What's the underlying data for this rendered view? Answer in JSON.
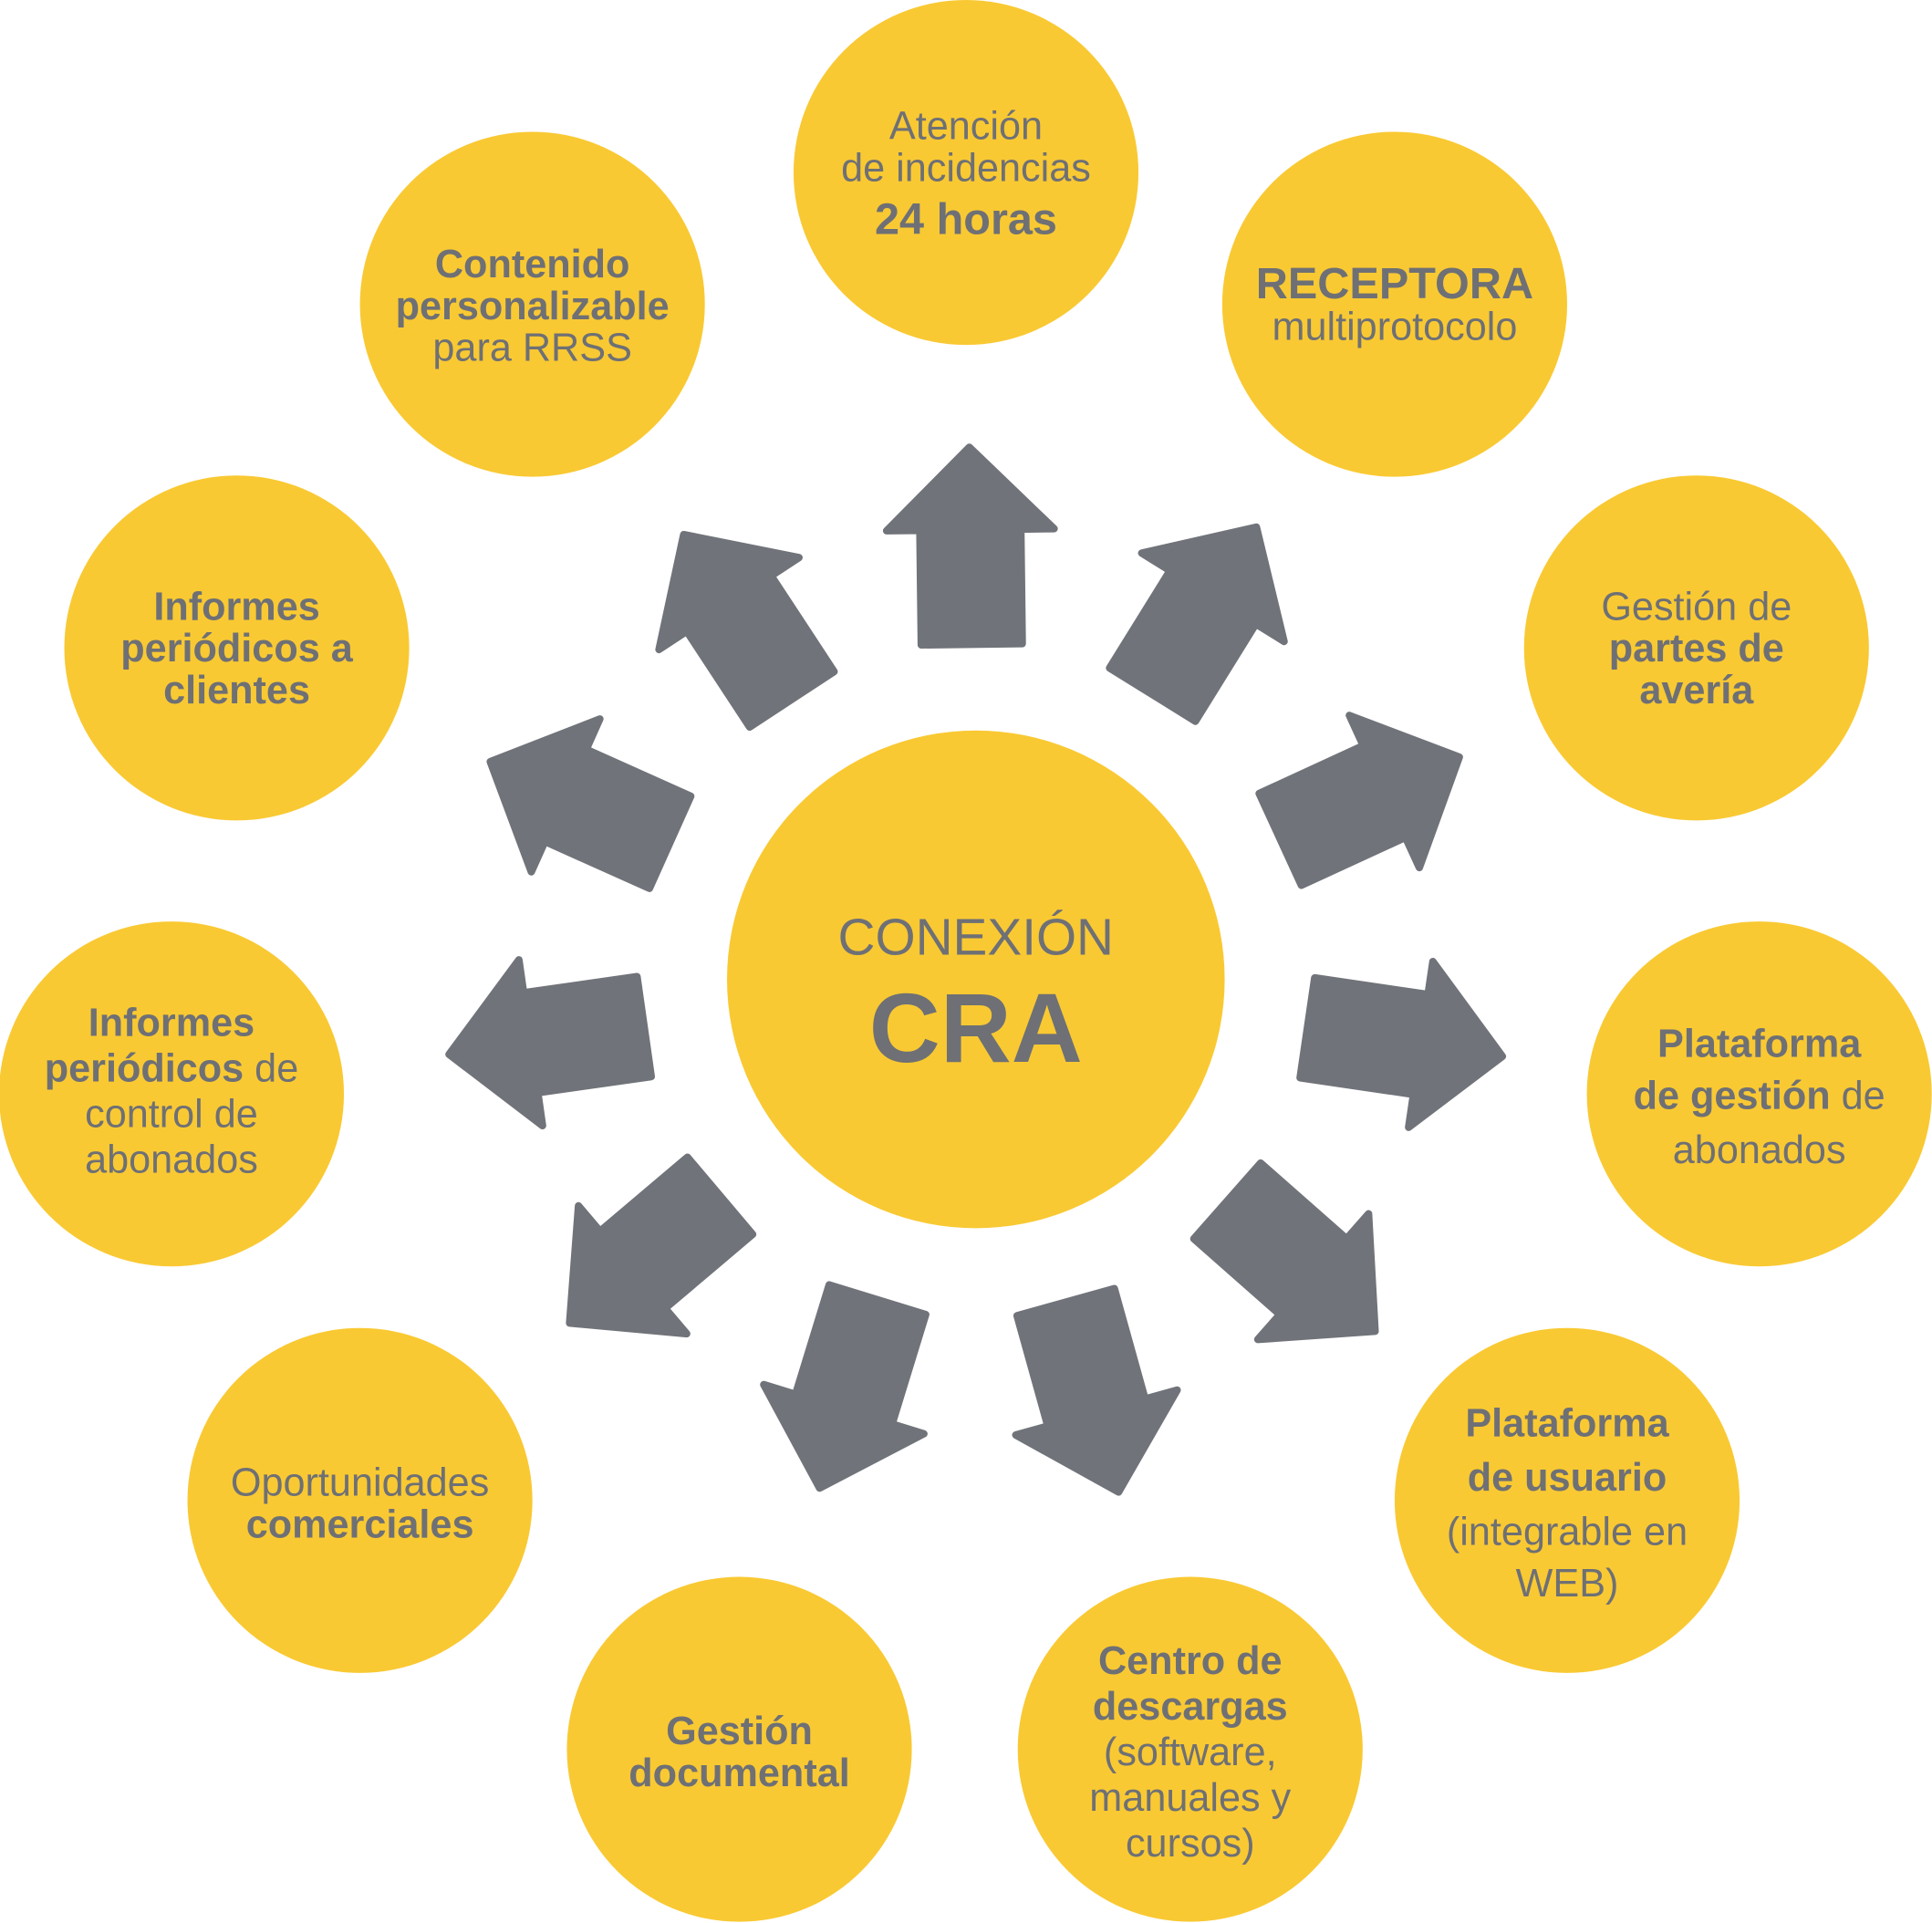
{
  "colors": {
    "circle": "#f9c933",
    "arrow": "#707379",
    "text": "#6e7075"
  },
  "hub": {
    "line1": "CONEXIÓN",
    "line2": "CRA"
  },
  "nodes": [
    {
      "id": "atencion-incidencias",
      "lines": [
        [
          {
            "t": "Atención",
            "b": false
          }
        ],
        [
          {
            "t": "de incidencias",
            "b": false
          }
        ],
        [
          {
            "t": "24 horas",
            "b": true
          }
        ]
      ]
    },
    {
      "id": "contenido-rrss",
      "lines": [
        [
          {
            "t": "Contenido",
            "b": true
          }
        ],
        [
          {
            "t": "personalizable",
            "b": true
          }
        ],
        [
          {
            "t": "para RRSS",
            "b": false
          }
        ]
      ]
    },
    {
      "id": "receptora",
      "lines": [
        [
          {
            "t": "RECEPTORA",
            "b": true
          }
        ],
        [
          {
            "t": "multiprotocolo",
            "b": false
          }
        ]
      ]
    },
    {
      "id": "informes-clientes",
      "lines": [
        [
          {
            "t": "Informes",
            "b": true
          }
        ],
        [
          {
            "t": "periódicos a",
            "b": true
          }
        ],
        [
          {
            "t": "clientes",
            "b": true
          }
        ]
      ]
    },
    {
      "id": "partes-averia",
      "lines": [
        [
          {
            "t": "Gestión de",
            "b": false
          }
        ],
        [
          {
            "t": "partes de",
            "b": true
          }
        ],
        [
          {
            "t": "avería",
            "b": true
          }
        ]
      ]
    },
    {
      "id": "informes-control",
      "lines": [
        [
          {
            "t": "Informes",
            "b": true
          }
        ],
        [
          {
            "t": "periódicos",
            "b": true
          },
          {
            "t": " de",
            "b": false
          }
        ],
        [
          {
            "t": "control de",
            "b": false
          }
        ],
        [
          {
            "t": "abonados",
            "b": false
          }
        ]
      ]
    },
    {
      "id": "plataforma-gestion",
      "lines": [
        [
          {
            "t": "Plataforma",
            "b": true
          }
        ],
        [
          {
            "t": "de gestión",
            "b": true
          },
          {
            "t": " de",
            "b": false
          }
        ],
        [
          {
            "t": "abonados",
            "b": false
          }
        ]
      ]
    },
    {
      "id": "oportunidades",
      "lines": [
        [
          {
            "t": "Oportunidades",
            "b": false
          }
        ],
        [
          {
            "t": "comerciales",
            "b": true
          }
        ]
      ]
    },
    {
      "id": "plataforma-usuario",
      "lines": [
        [
          {
            "t": "Plataforma",
            "b": true
          }
        ],
        [
          {
            "t": "de usuario",
            "b": true
          }
        ],
        [
          {
            "t": "(integrable en",
            "b": false
          }
        ],
        [
          {
            "t": "WEB)",
            "b": false
          }
        ]
      ]
    },
    {
      "id": "gestion-documental",
      "lines": [
        [
          {
            "t": "Gestión",
            "b": true
          }
        ],
        [
          {
            "t": "documental",
            "b": true
          }
        ]
      ]
    },
    {
      "id": "centro-descargas",
      "lines": [
        [
          {
            "t": "Centro de",
            "b": true
          }
        ],
        [
          {
            "t": "descargas",
            "b": true
          }
        ],
        [
          {
            "t": "(software,",
            "b": false
          }
        ],
        [
          {
            "t": "manuales y",
            "b": false
          }
        ],
        [
          {
            "t": "cursos)",
            "b": false
          }
        ]
      ]
    }
  ]
}
